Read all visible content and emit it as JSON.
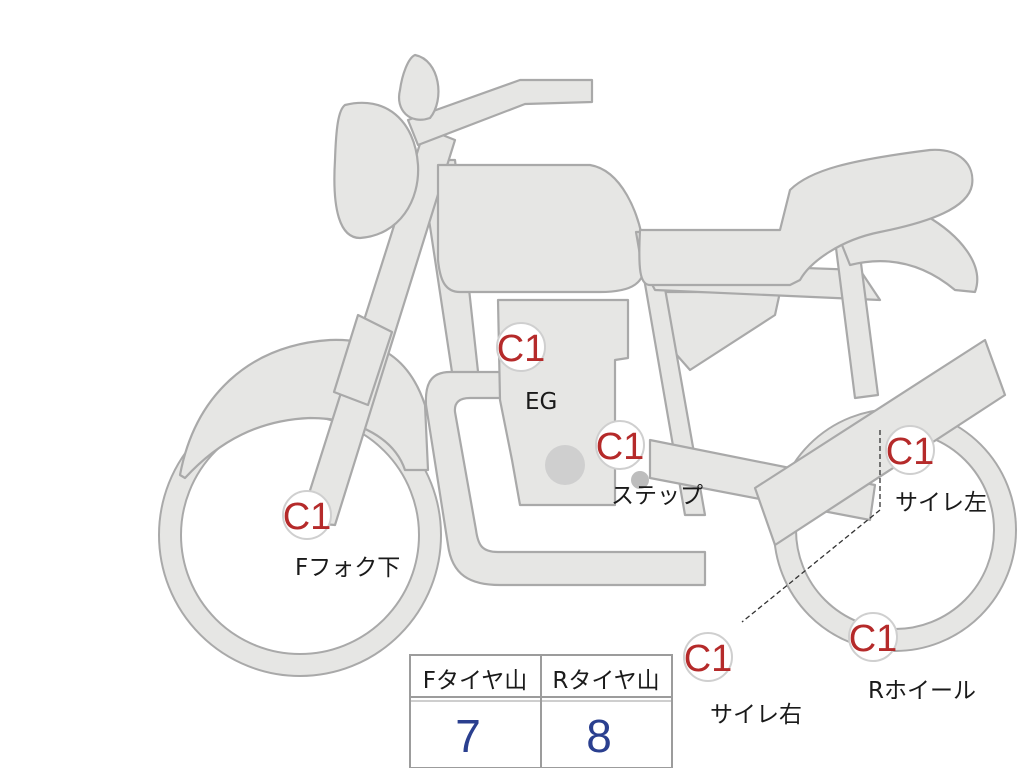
{
  "check_points": [
    {
      "code": "C1",
      "label": "Fフォク下"
    },
    {
      "code": "C1",
      "label": "EG"
    },
    {
      "code": "C1",
      "label": "ステップ"
    },
    {
      "code": "C1",
      "label": "サイレ左"
    },
    {
      "code": "C1",
      "label": "サイレ右"
    },
    {
      "code": "C1",
      "label": "Rホイール"
    }
  ],
  "tire_table": {
    "headers": [
      "Fタイヤ山",
      "Rタイヤ山"
    ],
    "values": [
      "7",
      "8"
    ]
  },
  "colors": {
    "body_fill": "#e6e6e4",
    "outline": "#a9a9a9",
    "badge_text": "#b52a2a",
    "value_text": "#2a3f8f"
  }
}
